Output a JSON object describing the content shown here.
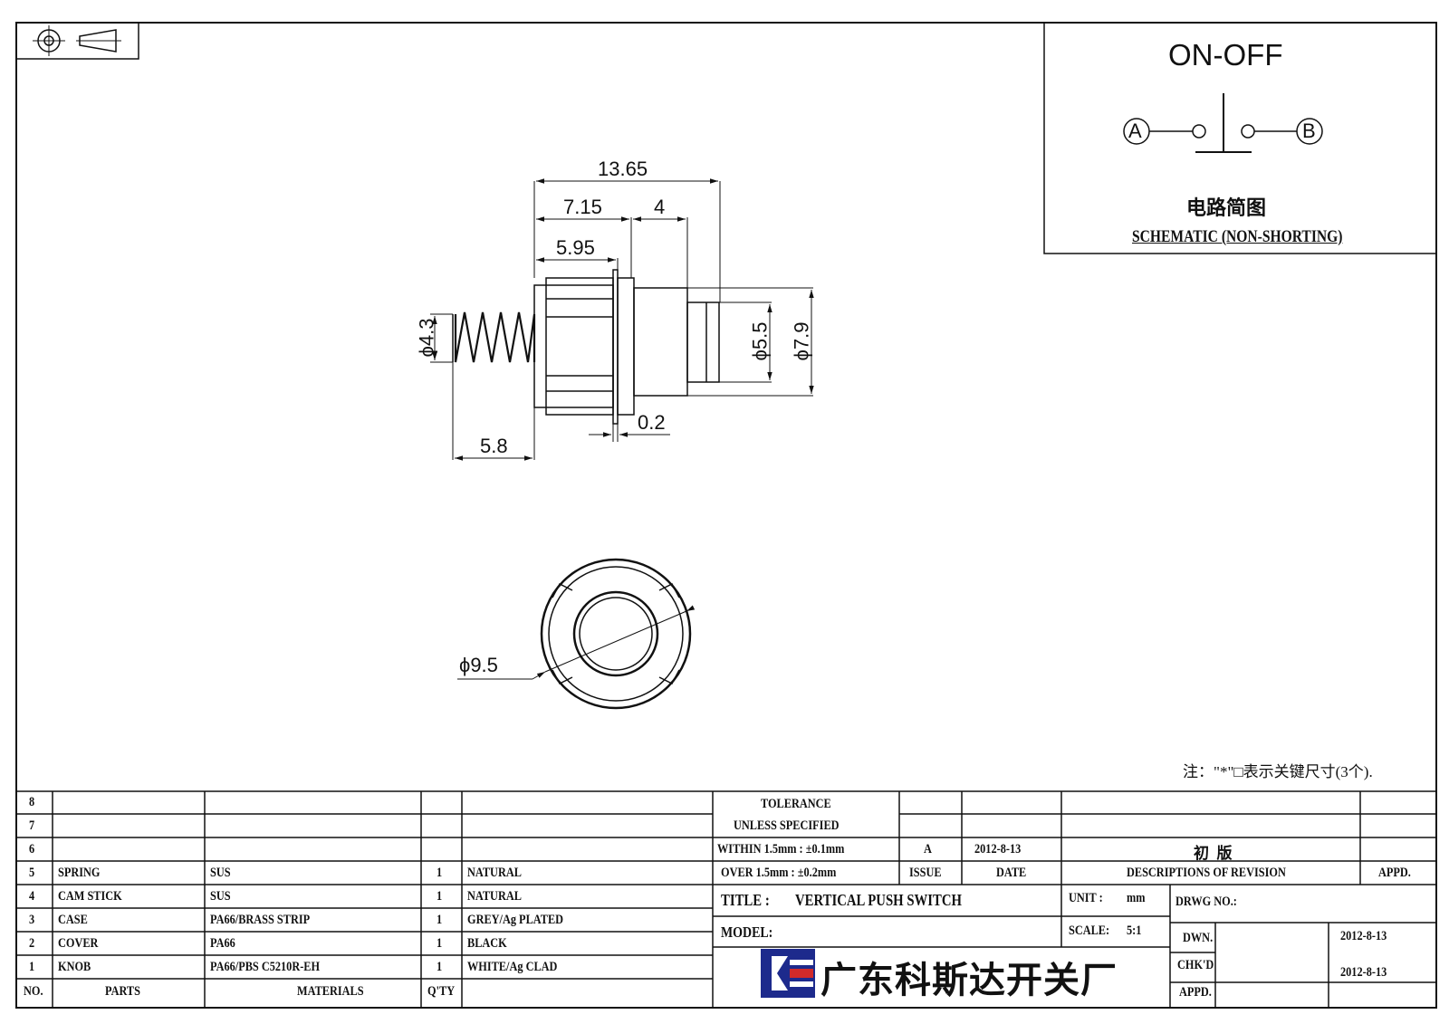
{
  "schematic": {
    "mode": "ON-OFF",
    "terminal_a": "A",
    "terminal_b": "B",
    "title_cn": "电路简图",
    "title_en": "SCHEMATIC (NON-SHORTING)"
  },
  "dimensions": {
    "overall_length": "13.65",
    "front_length": "7.15",
    "plunger_length": "4",
    "body_length": "5.95",
    "spring_diameter": "ϕ4.3",
    "plunger_diameter": "ϕ5.5",
    "neck_diameter": "ϕ7.9",
    "flange_thickness": "0.2",
    "spring_length": "5.8",
    "outer_diameter": "ϕ9.5"
  },
  "note": "注：\"*\"□表示关键尺寸(3个).",
  "bom": {
    "headers": {
      "no": "NO.",
      "part": "PARTS",
      "material": "MATERIALS",
      "qty": "Q'TY",
      "finish": ""
    },
    "rows": [
      {
        "no": "8",
        "part": "",
        "material": "",
        "qty": "",
        "finish": ""
      },
      {
        "no": "7",
        "part": "",
        "material": "",
        "qty": "",
        "finish": ""
      },
      {
        "no": "6",
        "part": "",
        "material": "",
        "qty": "",
        "finish": ""
      },
      {
        "no": "5",
        "part": "SPRING",
        "material": "SUS",
        "qty": "1",
        "finish": "NATURAL"
      },
      {
        "no": "4",
        "part": "CAM STICK",
        "material": "SUS",
        "qty": "1",
        "finish": "NATURAL"
      },
      {
        "no": "3",
        "part": "CASE",
        "material": "PA66/BRASS STRIP",
        "qty": "1",
        "finish": "GREY/Ag PLATED"
      },
      {
        "no": "2",
        "part": "COVER",
        "material": "PA66",
        "qty": "1",
        "finish": "BLACK"
      },
      {
        "no": "1",
        "part": "KNOB",
        "material": "PA66/PBS C5210R-EH",
        "qty": "1",
        "finish": "WHITE/Ag CLAD"
      }
    ]
  },
  "tolerance": {
    "line1": "TOLERANCE",
    "line2": "UNLESS  SPECIFIED",
    "within": "WITHIN 1.5mm : ±0.1mm",
    "over": "OVER 1.5mm : ±0.2mm"
  },
  "revision": {
    "issue": "A",
    "date": "2012-8-13",
    "description": "初  版",
    "issue_label": "ISSUE",
    "date_label": "DATE",
    "desc_label": "DESCRIPTIONS OF REVISION",
    "appd_label": "APPD."
  },
  "title_block": {
    "title_label": "TITLE :",
    "title": "VERTICAL PUSH SWITCH",
    "unit_label": "UNIT :",
    "unit": "mm",
    "drwg_label": "DRWG NO.:",
    "model_label": "MODEL:",
    "scale_label": "SCALE:",
    "scale": "5:1",
    "dwn_label": "DWN.",
    "dwn_date": "2012-8-13",
    "chkd_label": "CHK'D",
    "chkd_date": "2012-8-13",
    "appd_label": "APPD.",
    "company": "广东科斯达开关厂"
  },
  "colors": {
    "line": "#111111",
    "logo_blue": "#1d2a8c",
    "logo_red": "#d12a2a"
  }
}
